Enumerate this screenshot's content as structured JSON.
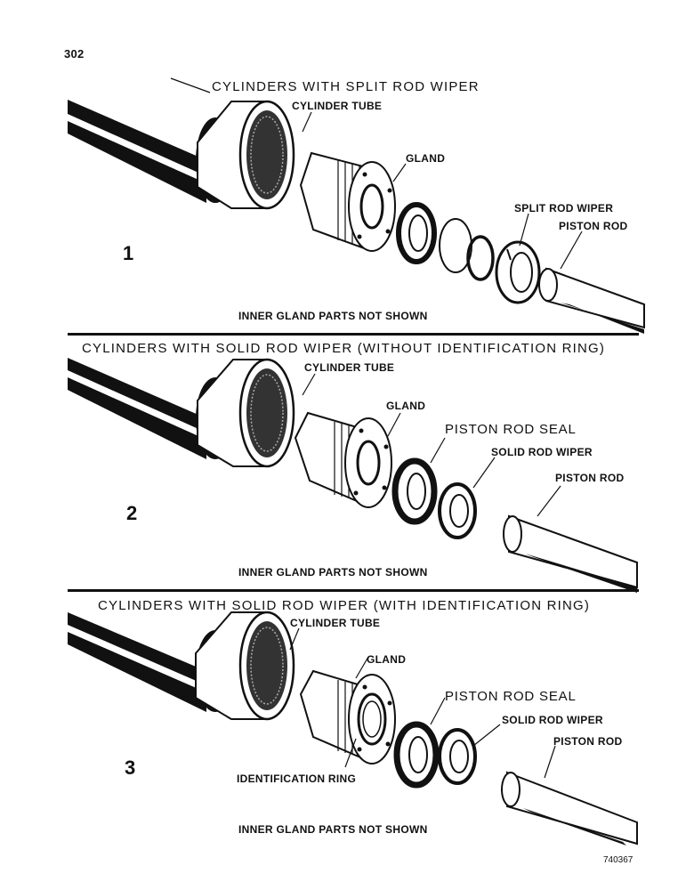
{
  "page_number": "302",
  "catalog_code": "740367",
  "panels": [
    {
      "number": "1",
      "heading": "CYLINDERS WITH SPLIT ROD WIPER",
      "labels": {
        "cylinder_tube": "CYLINDER TUBE",
        "gland": "GLAND",
        "split_rod_wiper": "SPLIT ROD WIPER",
        "piston_rod": "PISTON ROD"
      },
      "note": "INNER GLAND PARTS NOT SHOWN"
    },
    {
      "number": "2",
      "heading": "CYLINDERS WITH SOLID ROD WIPER (WITHOUT IDENTIFICATION RING)",
      "labels": {
        "cylinder_tube": "CYLINDER TUBE",
        "gland": "GLAND",
        "piston_rod_seal": "PISTON ROD SEAL",
        "solid_rod_wiper": "SOLID ROD WIPER",
        "piston_rod": "PISTON ROD"
      },
      "note": "INNER GLAND PARTS NOT SHOWN"
    },
    {
      "number": "3",
      "heading": "CYLINDERS WITH SOLID ROD WIPER (WITH IDENTIFICATION RING)",
      "labels": {
        "cylinder_tube": "CYLINDER TUBE",
        "gland": "GLAND",
        "piston_rod_seal": "PISTON ROD SEAL",
        "solid_rod_wiper": "SOLID ROD WIPER",
        "piston_rod": "PISTON ROD",
        "identification_ring": "IDENTIFICATION RING"
      },
      "note": "INNER GLAND PARTS NOT SHOWN"
    }
  ]
}
